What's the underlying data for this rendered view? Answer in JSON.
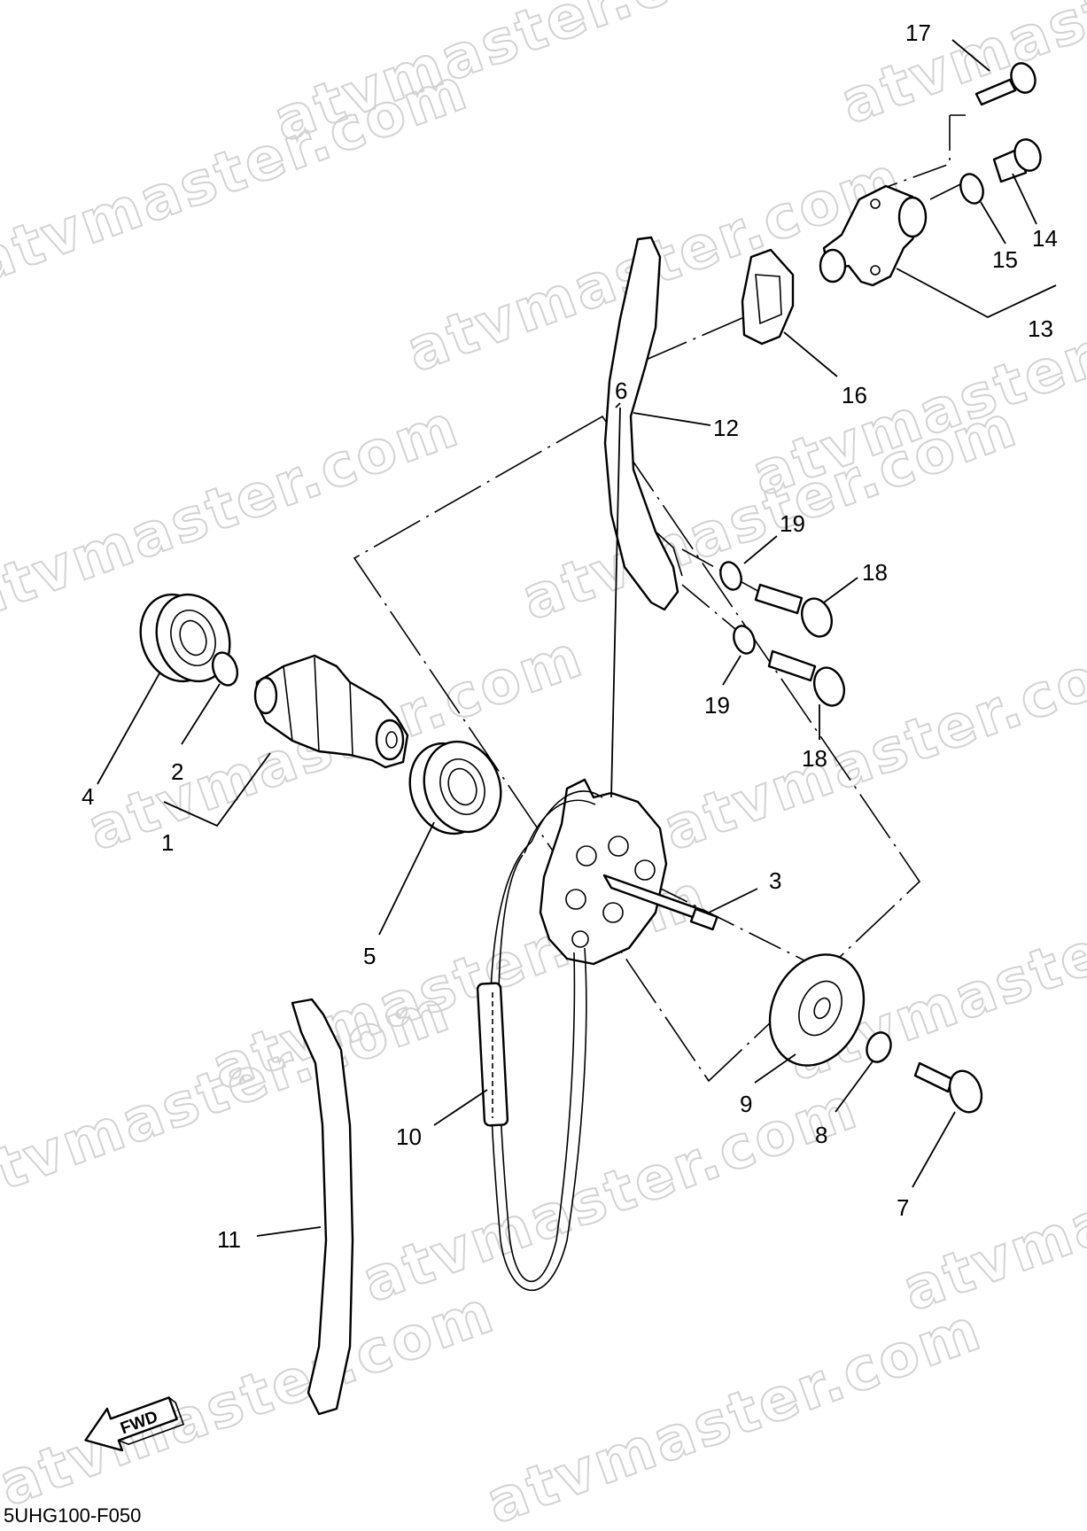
{
  "watermark": "atvmaster.com",
  "diagram_code": "5UHG100-F050",
  "fwd_label": "FWD",
  "callouts": [
    "1",
    "2",
    "3",
    "4",
    "5",
    "6",
    "7",
    "8",
    "9",
    "10",
    "11",
    "12",
    "13",
    "14",
    "15",
    "16",
    "17",
    "18",
    "18",
    "19",
    "19"
  ],
  "colors": {
    "line": "#000000",
    "background": "#ffffff",
    "watermark": "#d2d2d2"
  },
  "icons": [
    "fwd-arrow-icon"
  ]
}
